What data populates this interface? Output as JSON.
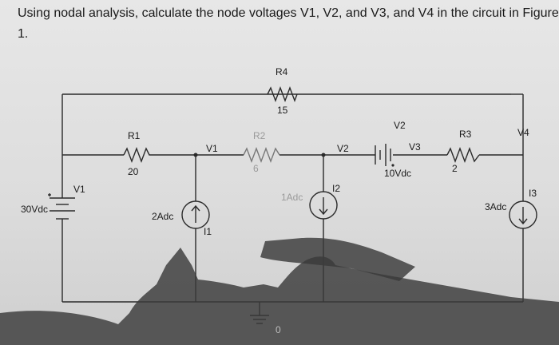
{
  "problem": {
    "line1": "Using nodal analysis, calculate the node voltages V1, V2, and V3, and V4 in the circuit in Figure",
    "line2": "1."
  },
  "labels": {
    "r4": "R4",
    "r4_val": "15",
    "r1": "R1",
    "r1_val": "20",
    "r2": "R2",
    "r2_val": "6",
    "r3": "R3",
    "r3_val": "2",
    "v1_node": "V1",
    "v2_node_top": "V2",
    "v2_node": "V2",
    "v3_node": "V3",
    "v4_node": "V4",
    "v1_source": "V1",
    "v1_source_val": "30Vdc",
    "v2_source_val": "10Vdc",
    "i1": "I1",
    "i1_val": "2Adc",
    "i2": "I2",
    "i2_val": "1Adc",
    "i3": "I3",
    "i3_val": "3Adc",
    "ground": "0"
  }
}
